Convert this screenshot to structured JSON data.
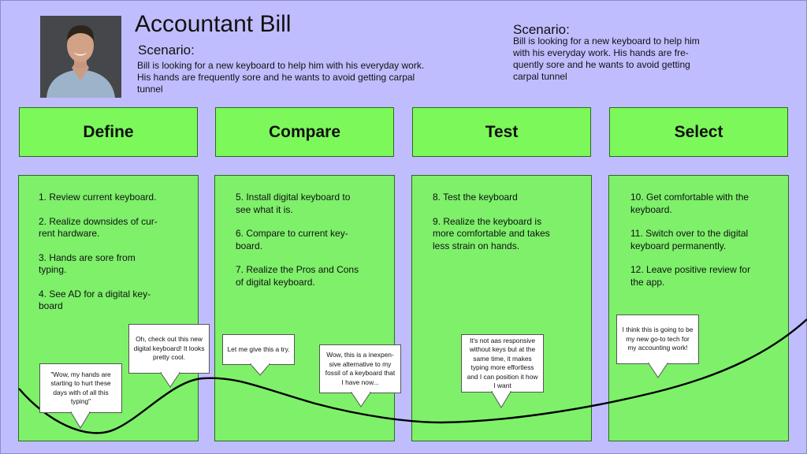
{
  "header": {
    "title": "Accountant Bill",
    "scenario_heading": "Scenario:",
    "scenario_text": "Bill is looking for a new keyboard to help him with his everyday work.  His hands are frequently sore and he wants to avoid getting carpal tunnel",
    "right_scenario_heading": "Scenario:",
    "right_scenario_lines": [
      "Bill is looking for a new keyboard to help him",
      "with his everyday work.  His hands are fre-",
      "quently sore and he wants to avoid getting",
      "carpal tunnel"
    ]
  },
  "phases": [
    "Define",
    "Compare",
    "Test",
    "Select"
  ],
  "columns": [
    {
      "steps": [
        [
          "1.   Review current keyboard."
        ],
        [
          "2.   Realize downsides of cur-",
          "rent hardware."
        ],
        [
          "3.   Hands are sore from",
          "typing."
        ],
        [
          "4.   See AD for a digital key-",
          "board"
        ]
      ]
    },
    {
      "steps": [
        [
          "5.   Install digital keyboard to",
          "see what it is."
        ],
        [
          "6.   Compare to current key-",
          "board."
        ],
        [
          "7.   Realize the Pros and Cons",
          "of digital keyboard."
        ]
      ]
    },
    {
      "steps": [
        [
          "8.   Test the keyboard"
        ],
        [
          "9.   Realize the keyboard is",
          "more comfortable and takes",
          "less strain on hands."
        ]
      ]
    },
    {
      "steps": [
        [
          "10.  Get comfortable with the",
          "keyboard."
        ],
        [
          "11.  Switch over to the digital",
          "keyboard permanently."
        ],
        [
          "12.  Leave positive review for",
          "the app."
        ]
      ]
    }
  ],
  "bubbles": [
    "\"Wow, my hands are starting to hurt these days with of all this typing\"",
    "Oh, check out this new digital keyboard! It looks pretty cool.",
    "Let me give this a try.",
    "Wow, this is a inexpen-sive alternative to my fossil of a keyboard that I have now...",
    "It's not aas responsive without keys but at the same time, it makes typing more effortless and I can position it how I want",
    "I think this is going to be my new go-to tech for my accounting work!"
  ],
  "colors": {
    "background": "#c0bdff",
    "phase_fill": "#7cf85a",
    "column_fill": "#7ef06a",
    "curve": "#000000"
  },
  "icons": {
    "photo": "person-photo"
  }
}
